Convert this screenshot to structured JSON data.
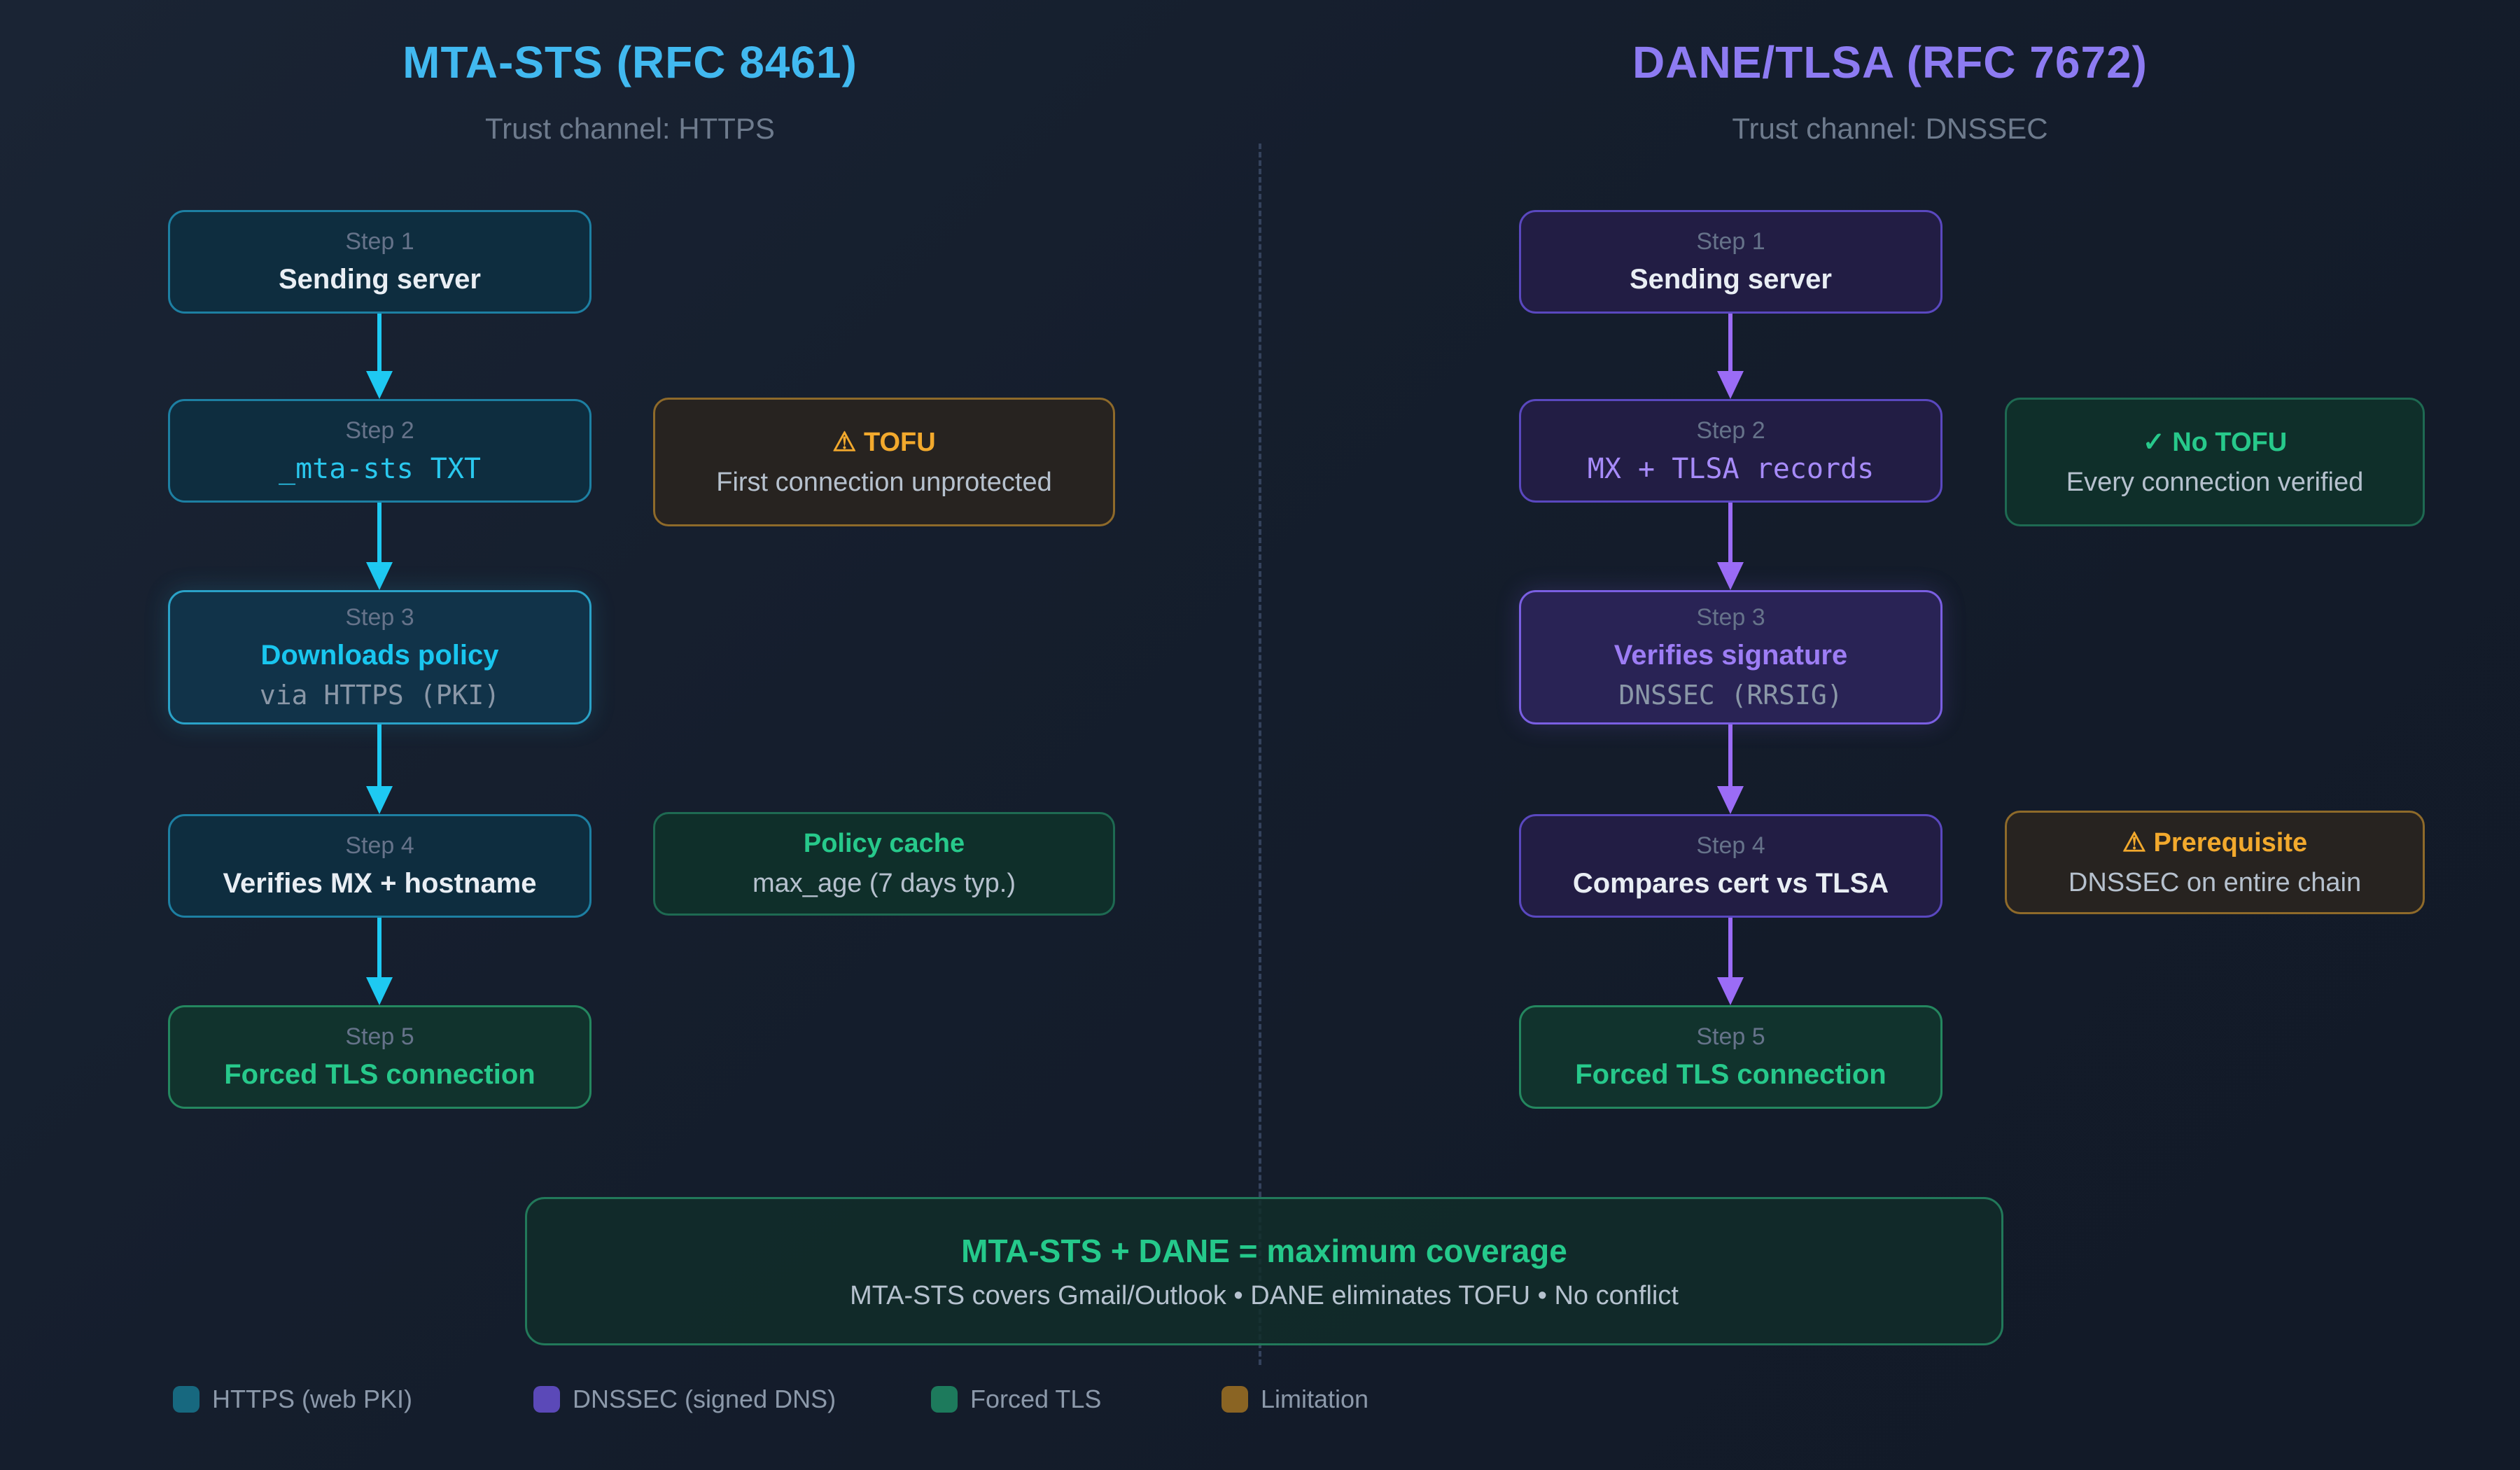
{
  "colors": {
    "background": "#151e2d",
    "mta_sts_accent": "#41b9f0",
    "dane_accent": "#8d7bf2",
    "cyan_text": "#2ac8ee",
    "purple_text": "#a78bfa",
    "green_text": "#27c98b",
    "amber_text": "#f2a92d",
    "body_text": "#b6c1ce",
    "muted_text": "#6e7b8d"
  },
  "columns": [
    {
      "title": "MTA-STS (RFC 8461)",
      "subtitle": "Trust channel: HTTPS",
      "steps": [
        {
          "label": "Step 1",
          "title": "Sending server"
        },
        {
          "label": "Step 2",
          "title": "_mta-sts TXT"
        },
        {
          "label": "Step 3",
          "title": "Downloads policy",
          "sub": "via HTTPS (PKI)"
        },
        {
          "label": "Step 4",
          "title": "Verifies MX + hostname"
        },
        {
          "label": "Step 5",
          "title": "Forced TLS connection"
        }
      ],
      "notes": [
        {
          "icon": "⚠",
          "title": "TOFU",
          "body": "First connection unprotected"
        },
        {
          "title": "Policy cache",
          "body": "max_age (7 days typ.)"
        }
      ]
    },
    {
      "title": "DANE/TLSA (RFC 7672)",
      "subtitle": "Trust channel: DNSSEC",
      "steps": [
        {
          "label": "Step 1",
          "title": "Sending server"
        },
        {
          "label": "Step 2",
          "title": "MX + TLSA records"
        },
        {
          "label": "Step 3",
          "title": "Verifies signature",
          "sub": "DNSSEC (RRSIG)"
        },
        {
          "label": "Step 4",
          "title": "Compares cert vs TLSA"
        },
        {
          "label": "Step 5",
          "title": "Forced TLS connection"
        }
      ],
      "notes": [
        {
          "icon": "✓",
          "title": "No TOFU",
          "body": "Every connection verified"
        },
        {
          "icon": "⚠",
          "title": "Prerequisite",
          "body": "DNSSEC on entire chain"
        }
      ]
    }
  ],
  "summary": {
    "title": "MTA-STS + DANE = maximum coverage",
    "body": "MTA-STS covers Gmail/Outlook • DANE eliminates TOFU • No conflict"
  },
  "legend": [
    {
      "label": "HTTPS (web PKI)",
      "color": "#17687f"
    },
    {
      "label": "DNSSEC (signed DNS)",
      "color": "#5b49b8"
    },
    {
      "label": "Forced TLS",
      "color": "#1d7a5c"
    },
    {
      "label": "Limitation",
      "color": "#8a6423"
    }
  ]
}
